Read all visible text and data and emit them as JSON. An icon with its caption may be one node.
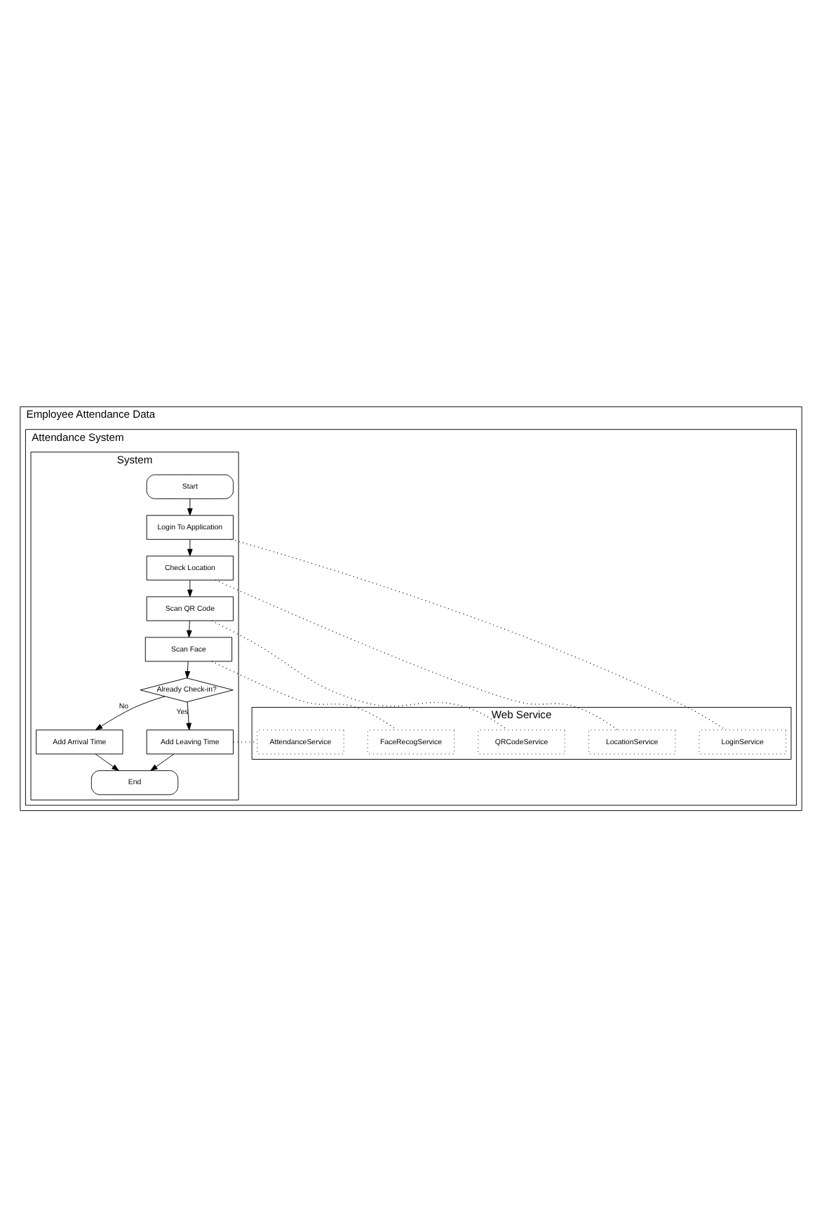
{
  "diagram": {
    "nodes": [
      {
        "text": [
          "Employee Attendance Data"
        ]
      },
      {
        "text": [
          "Attendance System"
        ],
        "in": 0
      },
      {
        "text": [
          "System"
        ],
        "in": 1
      },
      {
        "text": [
          "Web Service"
        ],
        "in": 1
      },
      {
        "text": [
          "Start"
        ],
        "in": 2
      },
      {
        "text": [
          "Login To Application"
        ],
        "in": 2
      },
      {
        "text": [
          "Check Location"
        ],
        "in": 2
      },
      {
        "text": [
          "Scan QR Code"
        ],
        "in": 2
      },
      {
        "text": [
          "Scan Face"
        ],
        "in": 2
      },
      {
        "text": [
          "Already Check-in?"
        ],
        "in": 2
      },
      {
        "text": [
          "Add Arrival Time"
        ],
        "in": 2
      },
      {
        "text": [
          "Add Leaving Time"
        ],
        "in": 2
      },
      {
        "text": [
          "End"
        ],
        "in": 2
      },
      {
        "text": [
          "LoginService"
        ],
        "in": 3
      },
      {
        "text": [
          "LocationService"
        ],
        "in": 3
      },
      {
        "text": [
          "QRCodeService"
        ],
        "in": 3
      },
      {
        "text": [
          "FaceRecogService"
        ],
        "in": 3
      },
      {
        "text": [
          "AttendanceService"
        ],
        "in": 3
      }
    ],
    "edges": [
      {
        "from": 4,
        "to": 5,
        "arrow": "to"
      },
      {
        "from": 5,
        "to": 6,
        "arrow": "to"
      },
      {
        "from": 6,
        "to": 7,
        "arrow": "to"
      },
      {
        "from": 7,
        "to": 8,
        "arrow": "to"
      },
      {
        "from": 8,
        "to": 9,
        "arrow": "to"
      },
      {
        "from": 9,
        "to": 10,
        "arrow": "to",
        "label": "No"
      },
      {
        "from": 9,
        "to": 11,
        "arrow": "to",
        "label": "Yes"
      },
      {
        "from": 10,
        "to": 12,
        "arrow": "to"
      },
      {
        "from": 11,
        "to": 12,
        "arrow": "to"
      },
      {
        "from": 5,
        "to": 13,
        "arrow": "none",
        "style": "dashed"
      },
      {
        "from": 6,
        "to": 14,
        "arrow": "none",
        "style": "dashed"
      },
      {
        "from": 7,
        "to": 15,
        "arrow": "none",
        "style": "dashed"
      },
      {
        "from": 8,
        "to": 16,
        "arrow": "none",
        "style": "dashed"
      },
      {
        "from": 11,
        "to": 17,
        "arrow": "none",
        "style": "dashed"
      }
    ]
  }
}
